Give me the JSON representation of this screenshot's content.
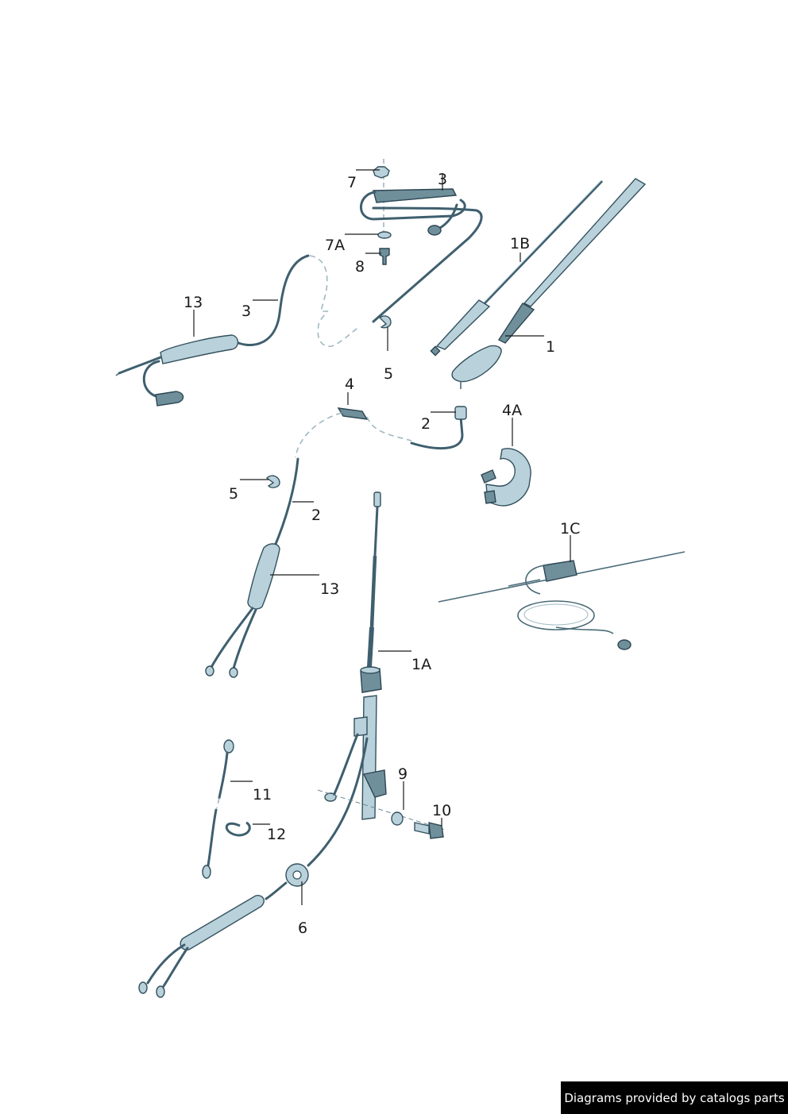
{
  "callouts": [
    {
      "id": "7",
      "text": "7"
    },
    {
      "id": "3-top",
      "text": "3"
    },
    {
      "id": "7A",
      "text": "7A"
    },
    {
      "id": "8",
      "text": "8"
    },
    {
      "id": "1B",
      "text": "1B"
    },
    {
      "id": "13-top",
      "text": "13"
    },
    {
      "id": "3-left",
      "text": "3"
    },
    {
      "id": "1",
      "text": "1"
    },
    {
      "id": "5-top",
      "text": "5"
    },
    {
      "id": "4",
      "text": "4"
    },
    {
      "id": "4A",
      "text": "4A"
    },
    {
      "id": "2-top",
      "text": "2"
    },
    {
      "id": "5-mid",
      "text": "5"
    },
    {
      "id": "2-mid",
      "text": "2"
    },
    {
      "id": "1C",
      "text": "1C"
    },
    {
      "id": "13-mid",
      "text": "13"
    },
    {
      "id": "1A",
      "text": "1A"
    },
    {
      "id": "9",
      "text": "9"
    },
    {
      "id": "11",
      "text": "11"
    },
    {
      "id": "10",
      "text": "10"
    },
    {
      "id": "12",
      "text": "12"
    },
    {
      "id": "6",
      "text": "6"
    }
  ],
  "credit": "Diagrams provided by catalogs parts",
  "colors": {
    "line": "#3f5f6e",
    "fill": "#b9d1da",
    "dark": "#6f8f9b",
    "background": "#ffffff"
  }
}
